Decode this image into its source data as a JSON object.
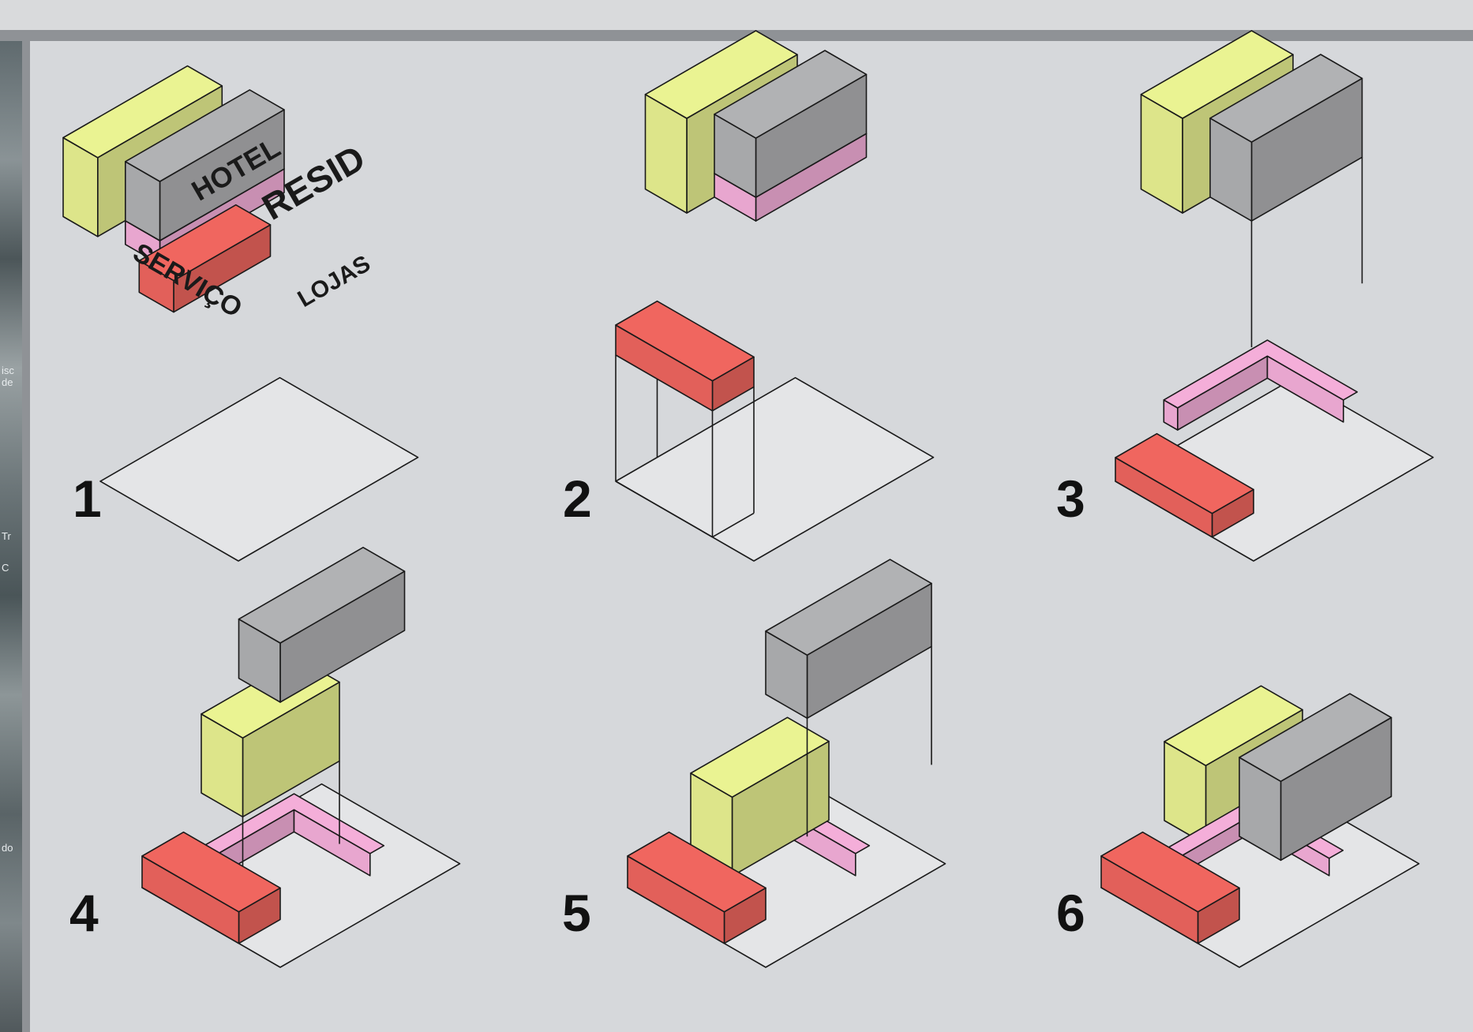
{
  "colors": {
    "hotel": "#dde58a",
    "resid": "#a7a8aa",
    "lojas": "#e8a6cf",
    "servico": "#e2605a",
    "site": "#e4e5e7",
    "background": "#d6d8db"
  },
  "labels": {
    "hotel": "HOTEL",
    "resid": "RESID",
    "servico": "SERVIÇO",
    "lojas": "LOJAS"
  },
  "steps": [
    "1",
    "2",
    "3",
    "4",
    "5",
    "6"
  ],
  "side_fragments": [
    "isc",
    "de",
    "Tr",
    "C",
    "do"
  ]
}
